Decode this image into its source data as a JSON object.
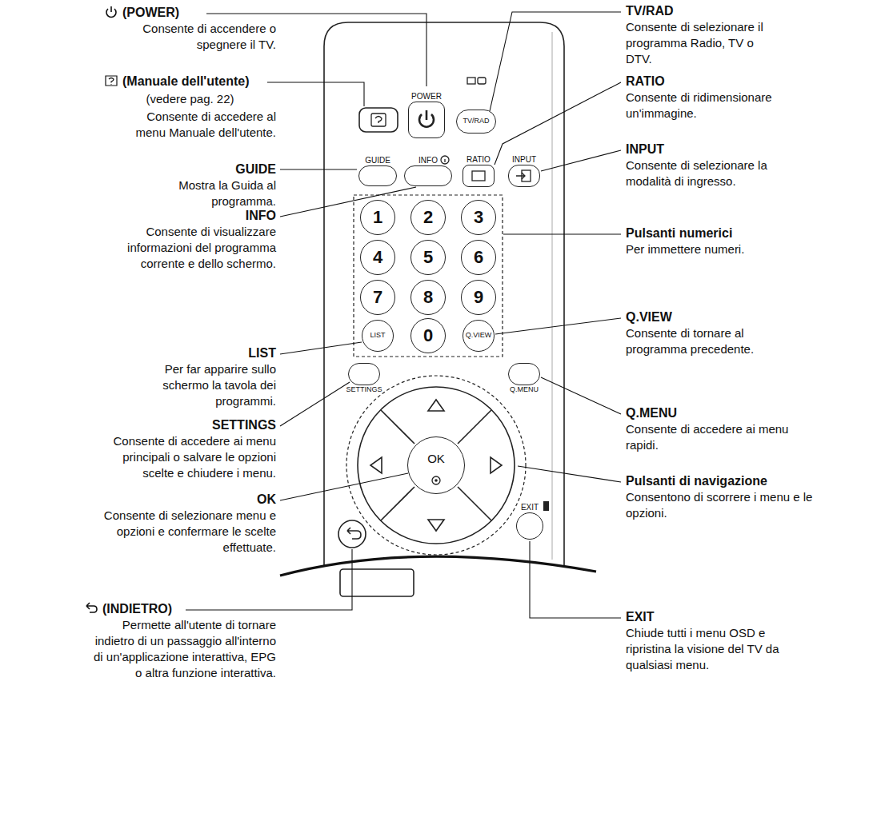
{
  "diagram": {
    "nodes": [
      {
        "text": [
          "POWER"
        ]
      },
      {
        "text": [
          "TV/RAD"
        ]
      },
      {
        "text": [
          "GUIDE"
        ]
      },
      {
        "text": [
          "INFO"
        ]
      },
      {
        "text": [
          "RATIO"
        ]
      },
      {
        "text": [
          "INPUT"
        ]
      },
      {
        "text": [
          "1"
        ]
      },
      {
        "text": [
          "2"
        ]
      },
      {
        "text": [
          "3"
        ]
      },
      {
        "text": [
          "4"
        ]
      },
      {
        "text": [
          "5"
        ]
      },
      {
        "text": [
          "6"
        ]
      },
      {
        "text": [
          "7"
        ]
      },
      {
        "text": [
          "8"
        ]
      },
      {
        "text": [
          "9"
        ]
      },
      {
        "text": [
          "LIST"
        ]
      },
      {
        "text": [
          "0"
        ]
      },
      {
        "text": [
          "Q.VIEW"
        ]
      },
      {
        "text": [
          "SETTINGS"
        ]
      },
      {
        "text": [
          "Q.MENU"
        ]
      },
      {
        "text": [
          "OK"
        ]
      },
      {
        "text": [
          "EXIT"
        ]
      }
    ],
    "labels": [
      "(POWER)",
      "Consente di accendere o spegnere il TV.",
      "(Manuale dell'utente)",
      "(vedere pag. 22)",
      "Consente di accedere al menu Manuale dell'utente.",
      "GUIDE",
      "Mostra la Guida al programma.",
      "INFO",
      "Consente di visualizzare informazioni del programma corrente e dello schermo.",
      "LIST",
      "Per far apparire sullo schermo la tavola dei programmi.",
      "SETTINGS",
      "Consente di accedere ai menu principali o salvare le opzioni scelte e chiudere i menu.",
      "OK",
      "Consente di selezionare menu e opzioni e confermare le scelte effettuate.",
      "(INDIETRO)",
      "Permette all'utente di tornare indietro di un passaggio all'interno di un'applicazione interattiva, EPG o altra funzione interattiva.",
      "TV/RAD",
      "Consente di selezionare il programma Radio, TV o DTV.",
      "RATIO",
      "Consente di ridimensionare un'immagine.",
      "INPUT",
      "Consente di selezionare la modalità di ingresso.",
      "Pulsanti numerici",
      "Per immettere numeri.",
      "Q.VIEW",
      "Consente di tornare al programma precedente.",
      "Q.MENU",
      "Consente di accedere ai menu rapidi.",
      "Pulsanti di navigazione",
      "Consentono di scorrere i menu e le opzioni.",
      "EXIT",
      "Chiude tutti i menu OSD e ripristina la visione del TV da qualsiasi menu."
    ]
  }
}
